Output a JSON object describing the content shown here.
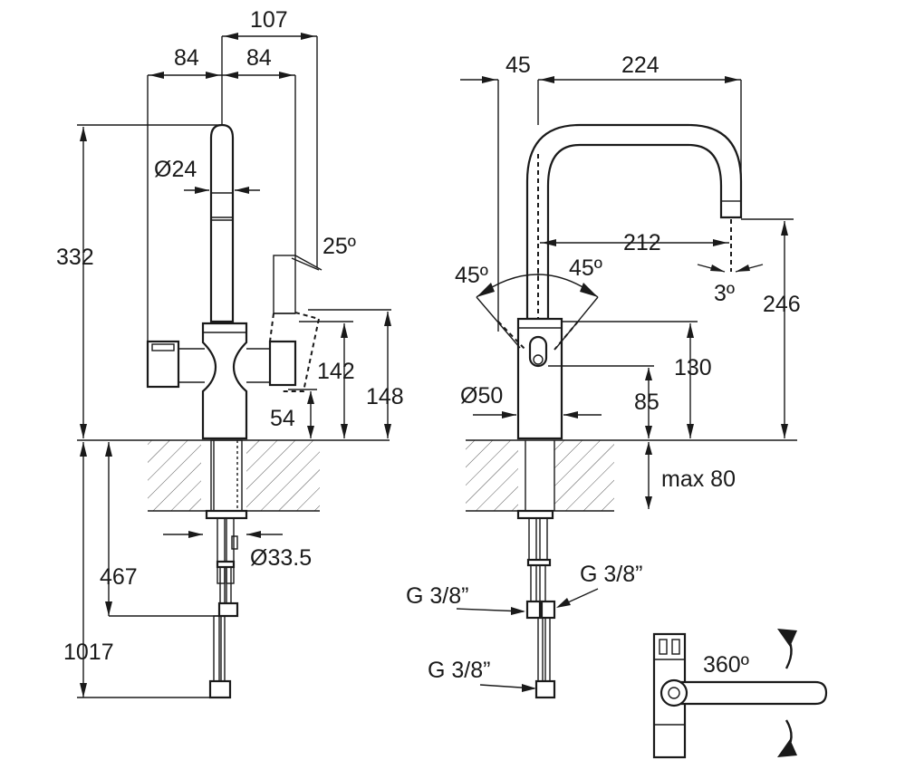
{
  "dimensions": {
    "d107": "107",
    "d84a": "84",
    "d84b": "84",
    "d24": "Ø24",
    "d332": "332",
    "d25deg": "25º",
    "d142": "142",
    "d148": "148",
    "d54": "54",
    "d467": "467",
    "d1017": "1017",
    "d335": "Ø33.5",
    "d45": "45",
    "d224": "224",
    "d212": "212",
    "d45l": "45º",
    "d45r": "45º",
    "d3deg": "3º",
    "d246": "246",
    "d130": "130",
    "d50": "Ø50",
    "d85": "85",
    "dmax80": "max 80",
    "g1": "G 3/8”",
    "g2": "G 3/8”",
    "g3": "G 3/8”",
    "d360": "360º"
  },
  "colors": {
    "line": "#1a1a1a",
    "background": "#ffffff"
  }
}
